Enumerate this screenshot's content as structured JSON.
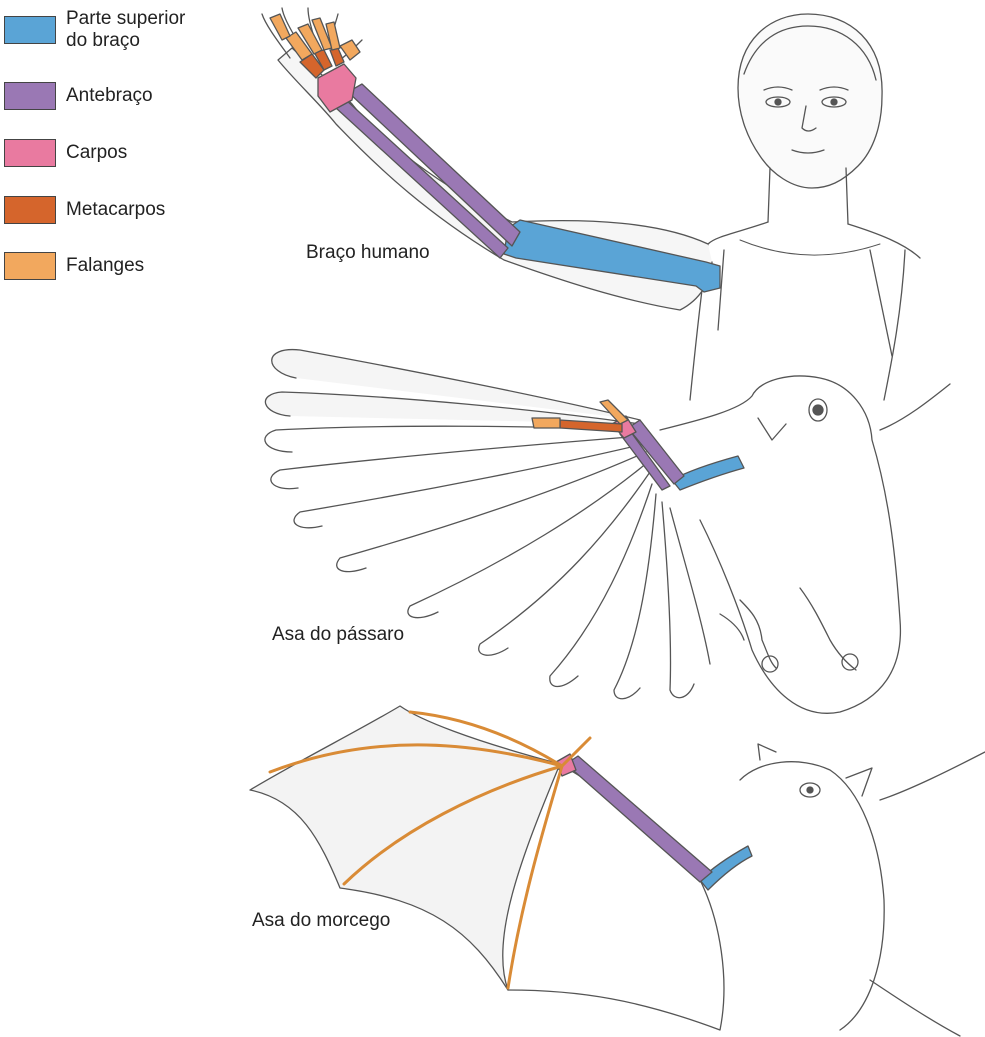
{
  "legend": [
    {
      "label": "Parte superior\ndo braço",
      "color": "#5aa4d6",
      "icon": "upper-arm"
    },
    {
      "label": "Antebraço",
      "color": "#9a78b4",
      "icon": "forearm"
    },
    {
      "label": "Carpos",
      "color": "#e97aa0",
      "icon": "carpals"
    },
    {
      "label": "Metacarpos",
      "color": "#d5652c",
      "icon": "metacarpals"
    },
    {
      "label": "Falanges",
      "color": "#f2a85e",
      "icon": "phalanges"
    }
  ],
  "captions": {
    "human": "Braço humano",
    "bird": "Asa do pássaro",
    "bat": "Asa do morcego"
  },
  "colors": {
    "outline": "#555555",
    "skin": "#f4f4f4",
    "membrane": "#eeeeee",
    "background": "#ffffff"
  }
}
